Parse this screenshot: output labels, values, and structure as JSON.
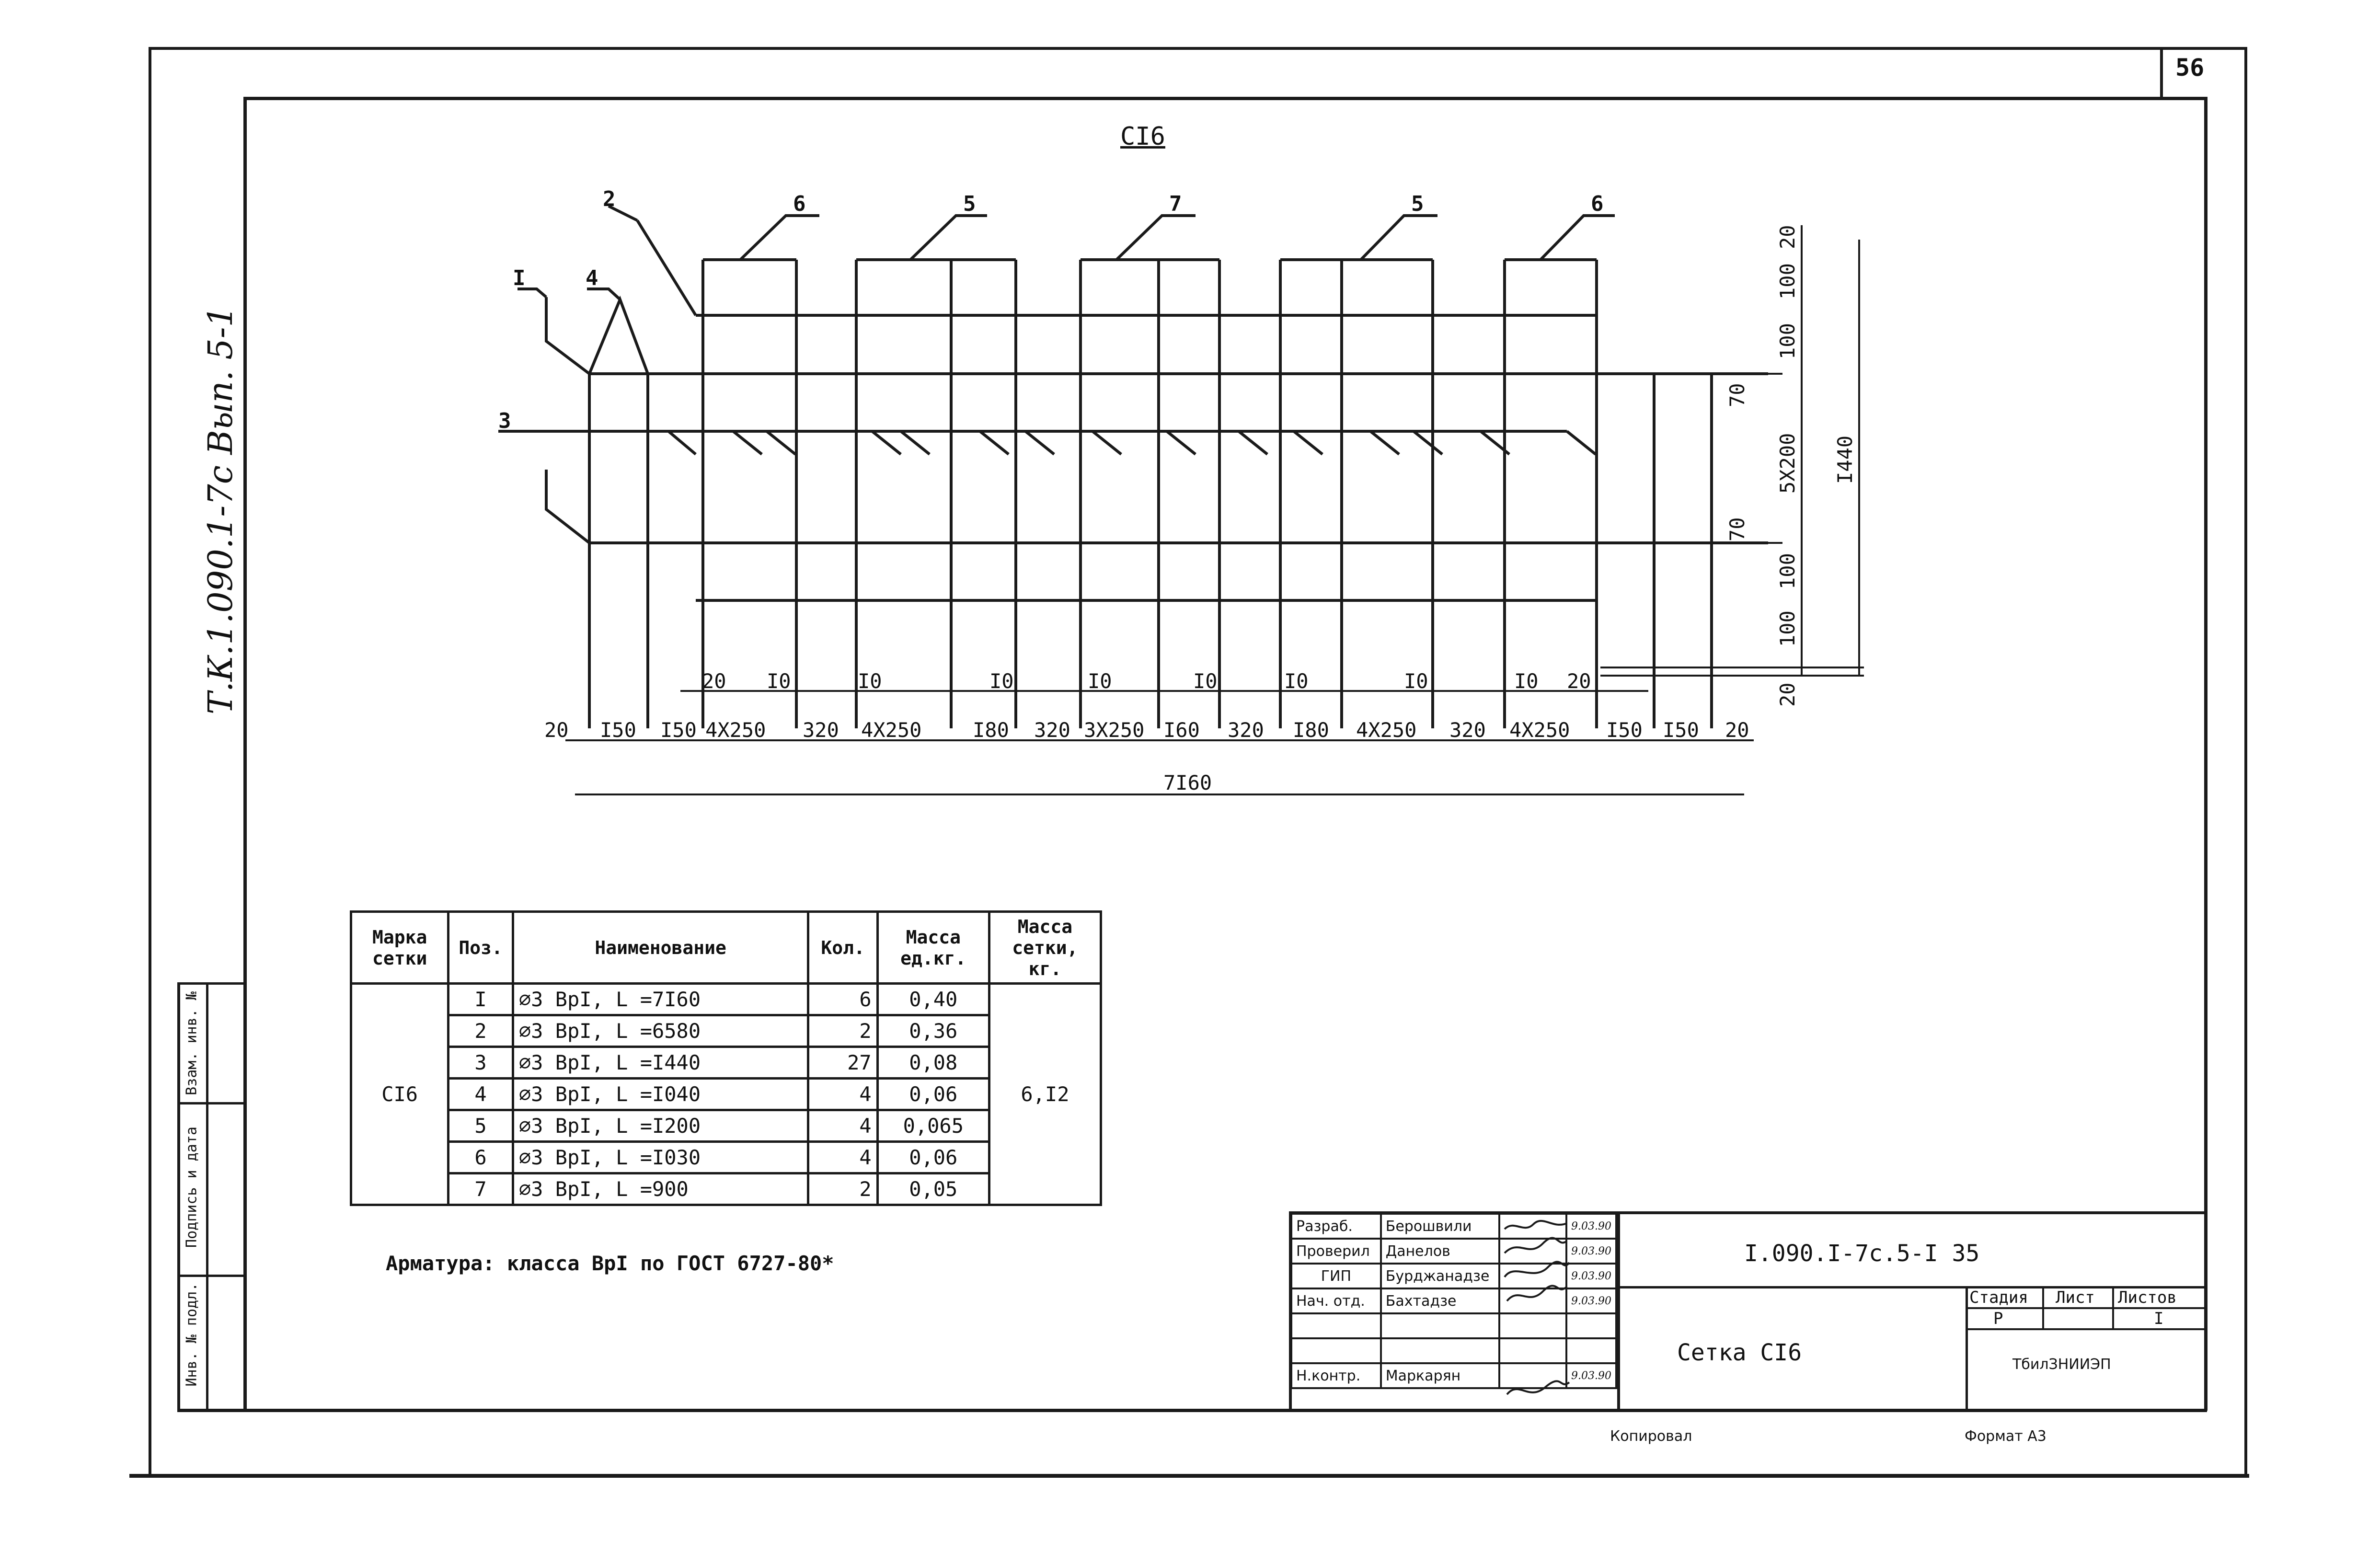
{
  "sheet": {
    "page_number": "56",
    "album_reference": "Т.К.1.090.1-7с Вып. 5-1",
    "drawing_title": "СI6",
    "copied_label": "Копировал",
    "format_label": "Формат А3"
  },
  "left_strip": {
    "labels": [
      "Инв. № подл.",
      "Подпись и дата",
      "Взам. инв. №"
    ]
  },
  "drawing": {
    "position_callouts": [
      "2",
      "6",
      "5",
      "7",
      "5",
      "6",
      "I",
      "4",
      "3"
    ],
    "bottom_dims": [
      "20",
      "I50",
      "I50",
      "4X250",
      "320",
      "4X250",
      "I80",
      "320",
      "3X250",
      "I60",
      "320",
      "I80",
      "4X250",
      "320",
      "4X250",
      "I50",
      "I50",
      "20"
    ],
    "sub_dims": [
      "20",
      "I0",
      "I0",
      "I0",
      "I0",
      "I0",
      "I0",
      "I0",
      "I0",
      "20"
    ],
    "overall_length": "7I60",
    "right_dims": [
      "20",
      "100",
      "100",
      "70",
      "5X200",
      "70",
      "100",
      "100",
      "20"
    ],
    "overall_height": "I440"
  },
  "spec_table": {
    "headers": [
      "Марка сетки",
      "Поз.",
      "Наименование",
      "Кол.",
      "Масса ед.кг.",
      "Масса сетки, кг."
    ],
    "mark": "СI6",
    "total_mass": "6,I2",
    "rows": [
      {
        "pos": "I",
        "name": "⌀3 ВрI,  L =7I60",
        "qty": "6",
        "mass": "0,40"
      },
      {
        "pos": "2",
        "name": "⌀3 ВрI,  L =6580",
        "qty": "2",
        "mass": "0,36"
      },
      {
        "pos": "3",
        "name": "⌀3 ВрI,  L =I440",
        "qty": "27",
        "mass": "0,08"
      },
      {
        "pos": "4",
        "name": "⌀3 ВрI,  L =I040",
        "qty": "4",
        "mass": "0,06"
      },
      {
        "pos": "5",
        "name": "⌀3 ВрI,  L =I200",
        "qty": "4",
        "mass": "0,065"
      },
      {
        "pos": "6",
        "name": "⌀3 ВрI,  L =I030",
        "qty": "4",
        "mass": "0,06"
      },
      {
        "pos": "7",
        "name": "⌀3 ВрI,  L =900",
        "qty": "2",
        "mass": "0,05"
      }
    ],
    "note": "Арматура:  класса ВрI по ГОСТ 6727-80*"
  },
  "title_block": {
    "code": "I.090.I-7с.5-I 35",
    "name": "Сетка  СI6",
    "stage_label": "Стадия",
    "sheet_label": "Лист",
    "sheets_label": "Листов",
    "stage_value": "Р",
    "sheets_value": "I",
    "organization": "ТбилЗНИИЭП",
    "roles": [
      {
        "role": "Разраб.",
        "name": "Берошвили",
        "date": "9.03.90"
      },
      {
        "role": "Проверил",
        "name": "Данелов",
        "date": "9.03.90"
      },
      {
        "role": "ГИП",
        "name": "Бурджанадзе",
        "date": "9.03.90"
      },
      {
        "role": "Нач. отд.",
        "name": "Бахтадзе",
        "date": "9.03.90"
      },
      {
        "role": "",
        "name": "",
        "date": ""
      },
      {
        "role": "",
        "name": "",
        "date": ""
      },
      {
        "role": "Н.контр.",
        "name": "Маркарян",
        "date": "9.03.90"
      }
    ]
  }
}
